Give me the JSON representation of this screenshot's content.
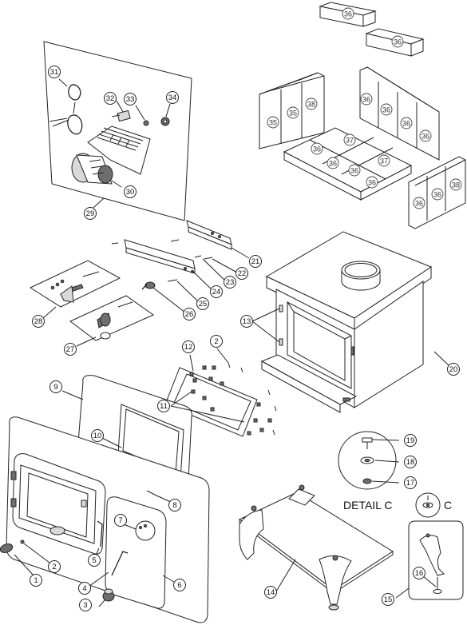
{
  "callouts": [
    {
      "id": "c1",
      "label": "1"
    },
    {
      "id": "c2a",
      "label": "2"
    },
    {
      "id": "c2b",
      "label": "2"
    },
    {
      "id": "c3",
      "label": "3"
    },
    {
      "id": "c4",
      "label": "4"
    },
    {
      "id": "c5",
      "label": "5"
    },
    {
      "id": "c6",
      "label": "6"
    },
    {
      "id": "c7",
      "label": "7"
    },
    {
      "id": "c8",
      "label": "8"
    },
    {
      "id": "c9",
      "label": "9"
    },
    {
      "id": "c10",
      "label": "10"
    },
    {
      "id": "c11",
      "label": "11"
    },
    {
      "id": "c12",
      "label": "12"
    },
    {
      "id": "c13",
      "label": "13"
    },
    {
      "id": "c14",
      "label": "14"
    },
    {
      "id": "c15",
      "label": "15"
    },
    {
      "id": "c16",
      "label": "16"
    },
    {
      "id": "c17",
      "label": "17"
    },
    {
      "id": "c18",
      "label": "18"
    },
    {
      "id": "c19",
      "label": "19"
    },
    {
      "id": "c20",
      "label": "20"
    },
    {
      "id": "c21",
      "label": "21"
    },
    {
      "id": "c22",
      "label": "22"
    },
    {
      "id": "c23",
      "label": "23"
    },
    {
      "id": "c24",
      "label": "24"
    },
    {
      "id": "c25",
      "label": "25"
    },
    {
      "id": "c26",
      "label": "26"
    },
    {
      "id": "c27",
      "label": "27"
    },
    {
      "id": "c28",
      "label": "28"
    },
    {
      "id": "c29",
      "label": "29"
    },
    {
      "id": "c30",
      "label": "30"
    },
    {
      "id": "c31",
      "label": "31"
    },
    {
      "id": "c32",
      "label": "32"
    },
    {
      "id": "c33",
      "label": "33"
    },
    {
      "id": "c34",
      "label": "34"
    }
  ],
  "bricks": [
    {
      "id": "b1",
      "label": "36"
    },
    {
      "id": "b2",
      "label": "36"
    },
    {
      "id": "b3",
      "label": "35"
    },
    {
      "id": "b4",
      "label": "35"
    },
    {
      "id": "b5",
      "label": "38"
    },
    {
      "id": "b6",
      "label": "36"
    },
    {
      "id": "b7",
      "label": "36"
    },
    {
      "id": "b8",
      "label": "36"
    },
    {
      "id": "b9",
      "label": "36"
    },
    {
      "id": "b10",
      "label": "36"
    },
    {
      "id": "b11",
      "label": "37"
    },
    {
      "id": "b12",
      "label": "36"
    },
    {
      "id": "b13",
      "label": "36"
    },
    {
      "id": "b14",
      "label": "37"
    },
    {
      "id": "b15",
      "label": "36"
    },
    {
      "id": "b16",
      "label": "36"
    },
    {
      "id": "b17",
      "label": "36"
    },
    {
      "id": "b18",
      "label": "38"
    }
  ],
  "detail": {
    "title": "DETAIL C",
    "letter": "C"
  }
}
